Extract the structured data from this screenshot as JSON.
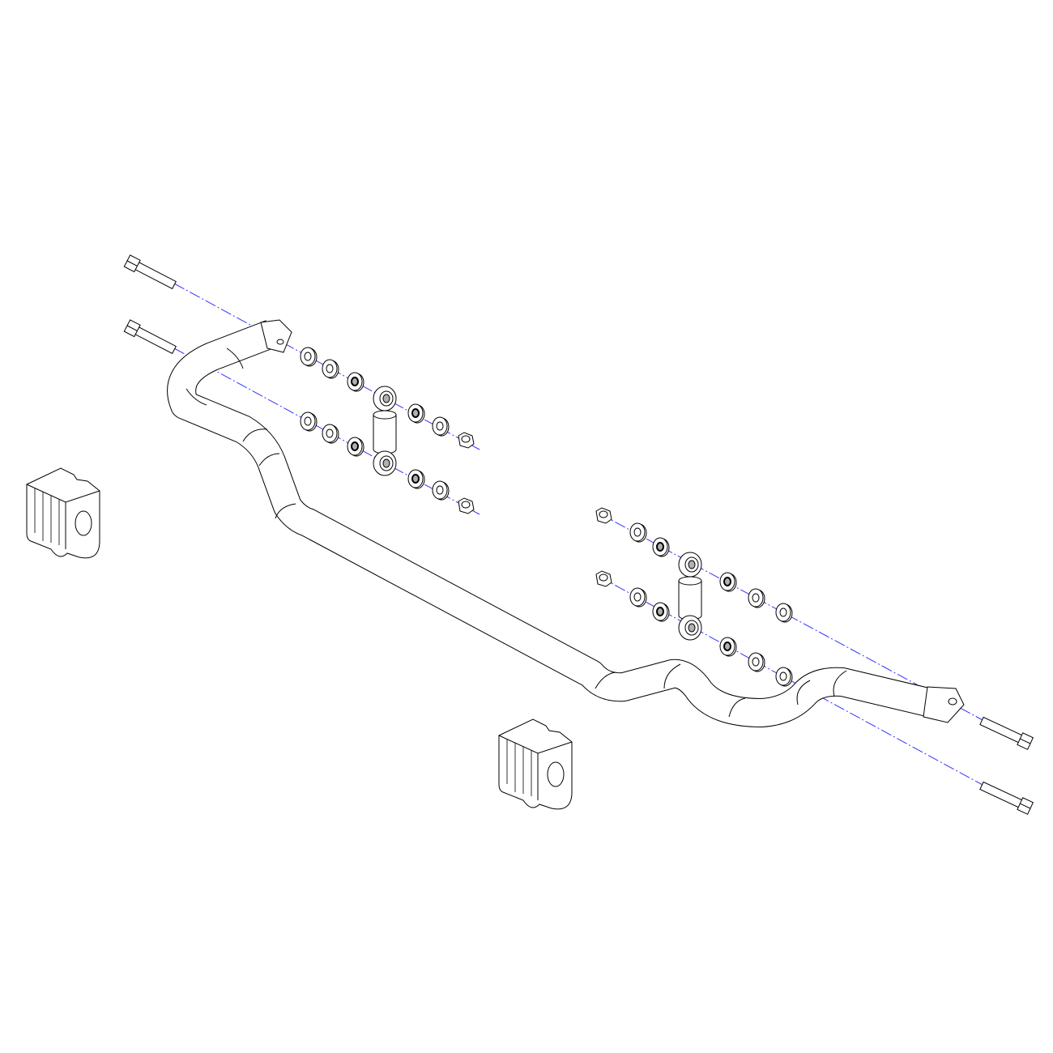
{
  "diagram": {
    "colors": {
      "line": "#000000",
      "axis_centerline": "#3333ff",
      "background": "#ffffff",
      "shade": "#b0b0b0"
    },
    "icons": [
      "sway-bar",
      "bolt",
      "washer",
      "nut",
      "end-link",
      "bushing"
    ]
  }
}
